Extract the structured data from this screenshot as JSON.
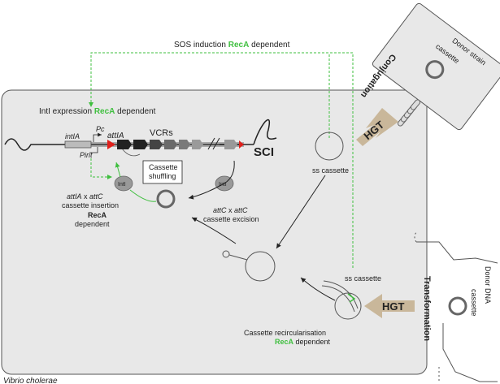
{
  "colors": {
    "cell_fill": "#e8e8e8",
    "cell_stroke": "#555555",
    "recA_green": "#3fbf3f",
    "arrow_tan": "#c9b79a",
    "attI_red": "#e0201b",
    "dark_gene": "#222222",
    "grey_gene": "#7a7a7a"
  },
  "labels": {
    "sos_induction_prefix": "SOS induction ",
    "sos_induction_recA": "RecA",
    "sos_induction_suffix": " dependent",
    "intI_expression_prefix": "IntI expression ",
    "intI_expression_recA": "RecA",
    "intI_expression_suffix": " dependent",
    "intIA": "intIA",
    "Pc": "Pc",
    "Pint": "Pint",
    "attIA": "attIA",
    "VCRs": "VCRs",
    "SCI": "SCI",
    "ss_cassette_top": "ss cassette",
    "ss_cassette_bottom": "ss cassette",
    "cassette_shuffling_line1": "Cassette",
    "cassette_shuffling_line2": "shuffling",
    "intI_left": "IntI",
    "intI_right": "IntI",
    "insertion_line1_a": "attIA",
    "insertion_line1_x": " x ",
    "insertion_line1_b": "attC",
    "insertion_line2": "cassette insertion",
    "insertion_line3": "RecA",
    "insertion_line4": "dependent",
    "excision_line1_a": "attC",
    "excision_line1_x": " x ",
    "excision_line1_b": "attC",
    "excision_line2": "cassette excision",
    "recirc_line1": "Cassette recircularisation",
    "recirc_line2_recA": "RecA",
    "recirc_line2_suffix": " dependent",
    "hgt_top": "HGT",
    "hgt_bottom": "HGT",
    "conjugation": "Conjugation",
    "donor_strain": "Donor strain",
    "donor_cassette": "cassette",
    "transformation": "Transformation",
    "donor_dna": "Donor DNA",
    "donor_dna_cassette": "cassette",
    "organism": "Vibrio cholerae"
  }
}
